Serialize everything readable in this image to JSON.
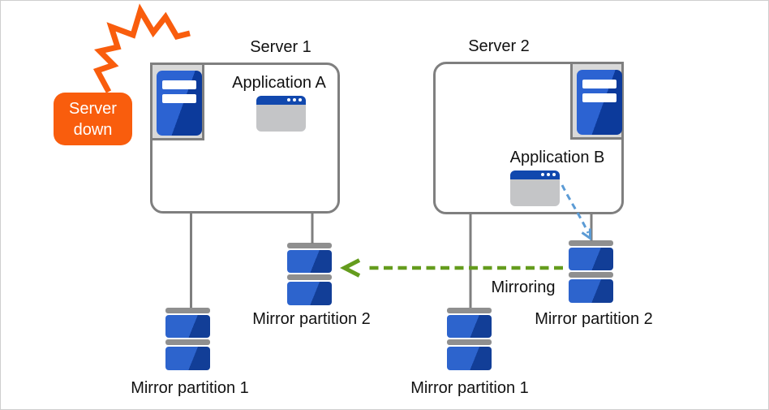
{
  "alert": {
    "label": "Server down"
  },
  "servers": [
    {
      "title": "Server 1",
      "app_label": "Application A",
      "partition1_label": "Mirror partition 1",
      "partition2_label": "Mirror partition 2"
    },
    {
      "title": "Server 2",
      "app_label": "Application B",
      "partition1_label": "Mirror partition 1",
      "partition2_label": "Mirror partition 2"
    }
  ],
  "mirroring_label": "Mirroring",
  "icons": {
    "crash": "crash-burst-icon",
    "server": "server-tower-icon",
    "application": "app-window-icon",
    "partition": "disk-stack-icon",
    "mirror_arrow": "mirroring-arrow-icon",
    "app_write_arrow": "app-write-arrow-icon"
  },
  "colors": {
    "alert_orange": "#F95D0D",
    "box_border_gray": "#7F7F7F",
    "connector_gray": "#7F7F7F",
    "tower_blue_light": "#2C63D2",
    "tower_blue_dark": "#0C3A9B",
    "disk_blue_light": "#2D64CD",
    "disk_blue_dark": "#123E97",
    "disk_gray": "#8F8F8F",
    "window_titlebar_blue": "#1148AE",
    "window_body_gray": "#C4C5C7",
    "mirror_green": "#649C1D",
    "app_arrow_blue": "#5B9BD5",
    "burst_shadow": "#D0D0D0"
  }
}
